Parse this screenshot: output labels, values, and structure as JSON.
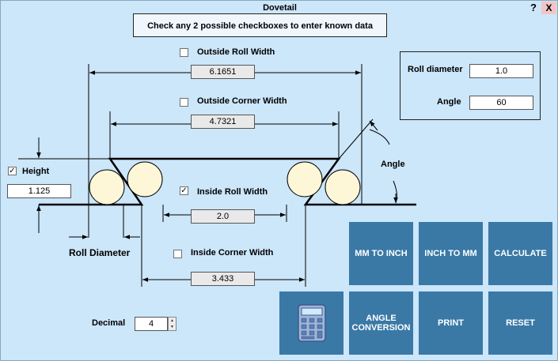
{
  "window": {
    "title": "Dovetail",
    "help_label": "?",
    "close_label": "X"
  },
  "instruction": "Check any 2 possible checkboxes to enter known data",
  "outside_roll_width": {
    "label": "Outside Roll Width",
    "value": "6.1651",
    "checked": false
  },
  "outside_corner_width": {
    "label": "Outside Corner Width",
    "value": "4.7321",
    "checked": false
  },
  "inside_roll_width": {
    "label": "Inside Roll Width",
    "value": "2.0",
    "checked": true
  },
  "inside_corner_width": {
    "label": "Inside Corner Width",
    "value": "3.433",
    "checked": false
  },
  "height": {
    "label": "Height",
    "value": "1.125",
    "checked": true
  },
  "diagram": {
    "roll_diameter_label": "Roll Diameter",
    "angle_label": "Angle"
  },
  "inputs": {
    "roll_diameter_label": "Roll diameter",
    "roll_diameter_value": "1.0",
    "angle_label": "Angle",
    "angle_value": "60"
  },
  "decimal": {
    "label": "Decimal",
    "value": "4"
  },
  "buttons": {
    "mm_to_inch": "MM TO INCH",
    "inch_to_mm": "INCH TO MM",
    "calculate": "CALCULATE",
    "angle_conversion": "ANGLE CONVERSION",
    "print": "PRINT",
    "reset": "RESET"
  },
  "icons": {
    "checkmark": "✓",
    "spin_up": "▲",
    "spin_down": "▼"
  }
}
